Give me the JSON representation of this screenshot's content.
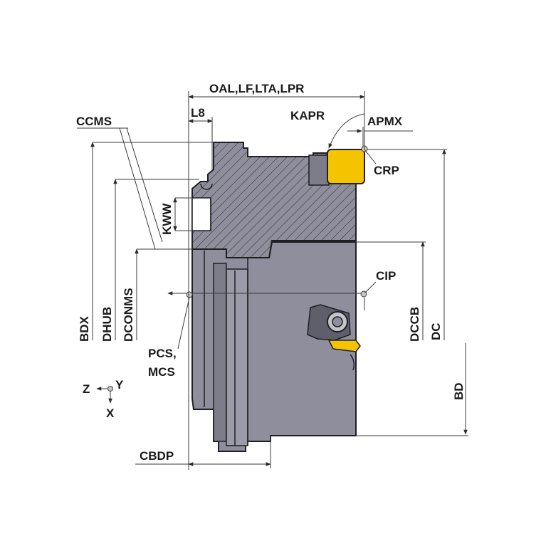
{
  "labels": {
    "oal": "OAL,LF,LTA,LPR",
    "l8": "L8",
    "ccms": "CCMS",
    "kapr": "KAPR",
    "apmx": "APMX",
    "crp": "CRP",
    "kww": "KWW",
    "cip": "CIP",
    "bdx": "BDX",
    "dhub": "DHUB",
    "dconms": "DCONMS",
    "dccb": "DCCB",
    "dc": "DC",
    "bd": "BD",
    "pcs_line1": "PCS,",
    "pcs_line2": "MCS",
    "cbdp": "CBDP"
  },
  "axes": {
    "z": "Z",
    "y": "Y",
    "x": "X"
  },
  "colors": {
    "body": "#8e8e9c",
    "insert": "#f5c400",
    "outline": "#1f1f24"
  }
}
